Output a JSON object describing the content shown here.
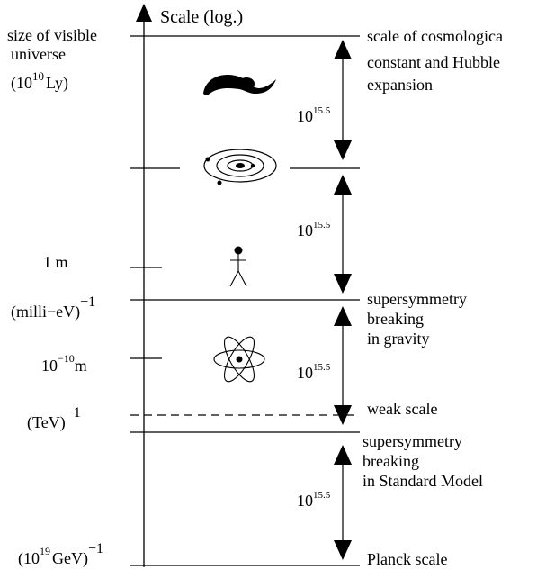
{
  "axis": {
    "title": "Scale (log.)"
  },
  "left_labels": {
    "visible_universe": {
      "line1": "size of visible",
      "line2": "universe",
      "paren_open": "(10",
      "exponent": "10",
      "unit": "Ly)"
    },
    "one_meter": {
      "text": "1 m"
    },
    "milli_ev": {
      "base": "(milli−eV)",
      "exponent": "−1"
    },
    "angstrom": {
      "base": "10",
      "exponent": "−10",
      "unit": "m"
    },
    "tev": {
      "base": "(TeV)",
      "exponent": "−1"
    },
    "planck_energy": {
      "paren_open": "(10",
      "exponent_19": "19",
      "unit": "GeV)",
      "exponent": "−1"
    }
  },
  "right_labels": {
    "cosmological": {
      "line1": "scale of cosmologica",
      "line2": "constant and Hubble",
      "line3": "expansion"
    },
    "susy_gravity": {
      "line1": "supersymmetry",
      "line2": "breaking",
      "line3": "in gravity"
    },
    "weak": {
      "text": "weak scale"
    },
    "susy_sm": {
      "line1": "supersymmetry",
      "line2": "breaking",
      "line3": "in Standard Model"
    },
    "planck": {
      "text": "Planck scale"
    }
  },
  "ratio_labels": [
    {
      "base": "10",
      "exponent": "15.5"
    },
    {
      "base": "10",
      "exponent": "15.5"
    },
    {
      "base": "10",
      "exponent": "15.5"
    },
    {
      "base": "10",
      "exponent": "15.5"
    }
  ],
  "icons": [
    "galaxy-icon",
    "solar-system-icon",
    "stick-figure-icon",
    "atom-icon"
  ]
}
